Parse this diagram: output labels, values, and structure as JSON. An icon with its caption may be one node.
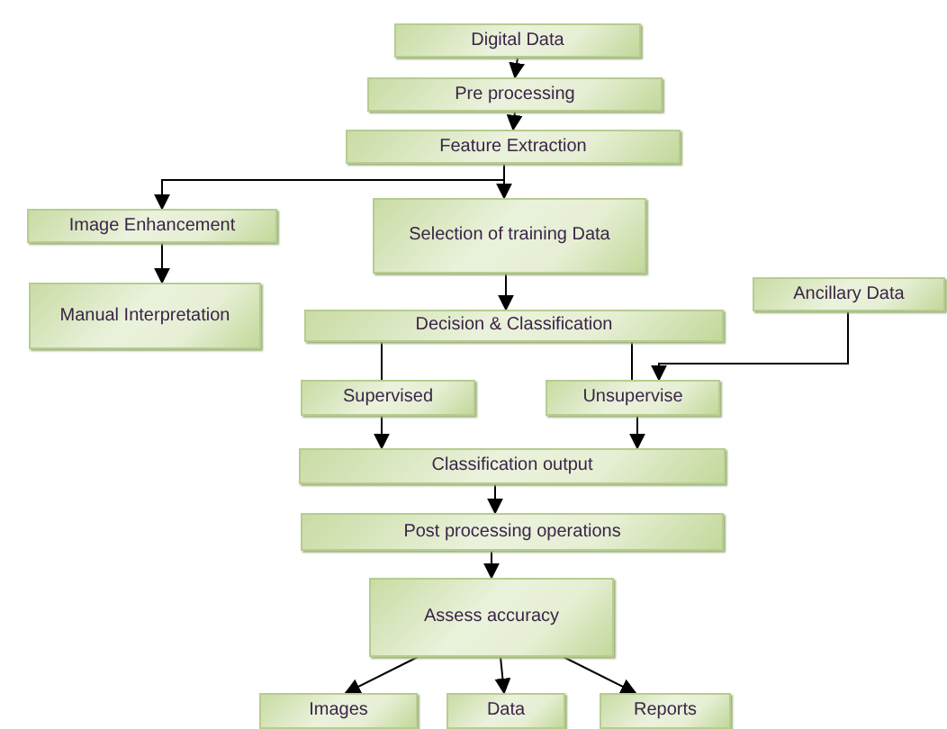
{
  "diagram": {
    "nodes": [
      {
        "text": [
          "Digital Data"
        ]
      },
      {
        "text": [
          "Pre processing"
        ]
      },
      {
        "text": [
          "Feature Extraction"
        ]
      },
      {
        "text": [
          "Image Enhancement"
        ]
      },
      {
        "text": [
          "Selection of training Data"
        ]
      },
      {
        "text": [
          "Manual Interpretation"
        ]
      },
      {
        "text": [
          "Ancillary Data"
        ]
      },
      {
        "text": [
          "Decision & Classification"
        ]
      },
      {
        "text": [
          "Supervised"
        ]
      },
      {
        "text": [
          "Unsupervise"
        ]
      },
      {
        "text": [
          "Classification output"
        ]
      },
      {
        "text": [
          "Post processing operations"
        ]
      },
      {
        "text": [
          "Assess accuracy"
        ]
      },
      {
        "text": [
          "Images"
        ]
      },
      {
        "text": [
          "Data"
        ]
      },
      {
        "text": [
          "Reports"
        ]
      }
    ],
    "edges": [
      {
        "from": 0,
        "to": 1,
        "arrow": "to"
      },
      {
        "from": 1,
        "to": 2,
        "arrow": "to"
      },
      {
        "from": 2,
        "to": 3,
        "arrow": "to"
      },
      {
        "from": 2,
        "to": 4,
        "arrow": "to"
      },
      {
        "from": 3,
        "to": 5,
        "arrow": "to"
      },
      {
        "from": 4,
        "to": 7,
        "arrow": "to"
      },
      {
        "from": 7,
        "to": 8,
        "arrow": "none"
      },
      {
        "from": 7,
        "to": 9,
        "arrow": "none"
      },
      {
        "from": 6,
        "to": 9,
        "arrow": "to"
      },
      {
        "from": 8,
        "to": 10,
        "arrow": "to"
      },
      {
        "from": 9,
        "to": 10,
        "arrow": "to"
      },
      {
        "from": 10,
        "to": 11,
        "arrow": "to"
      },
      {
        "from": 11,
        "to": 12,
        "arrow": "to"
      },
      {
        "from": 12,
        "to": 13,
        "arrow": "to"
      },
      {
        "from": 12,
        "to": 14,
        "arrow": "to"
      },
      {
        "from": 12,
        "to": 15,
        "arrow": "to"
      }
    ]
  }
}
